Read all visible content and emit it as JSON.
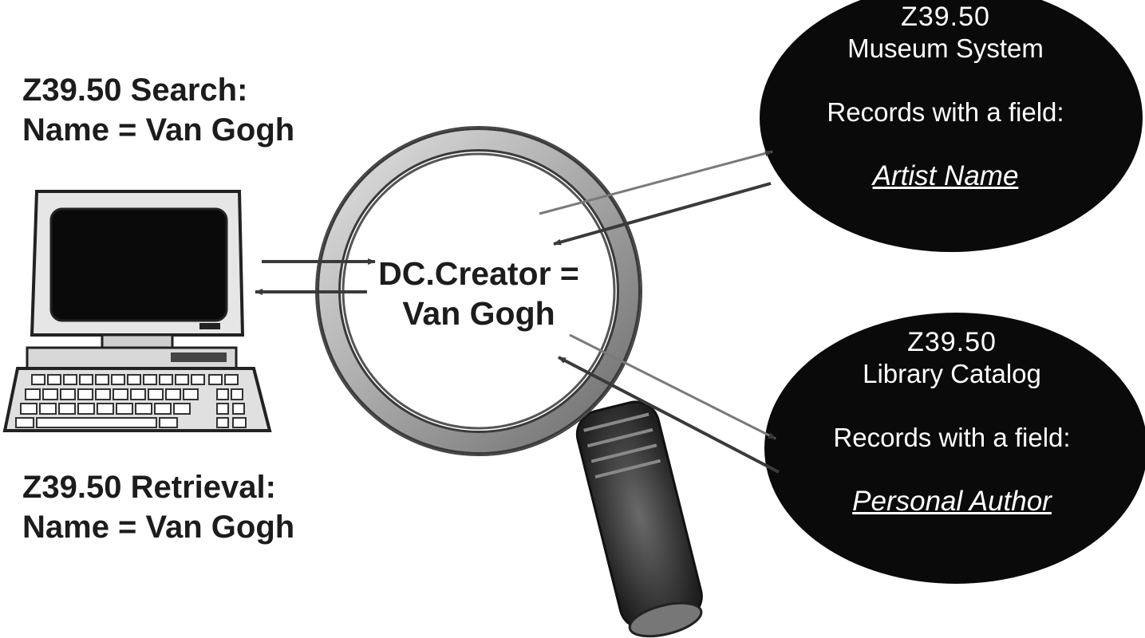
{
  "search": {
    "line1": "Z39.50 Search:",
    "line2": "Name = Van Gogh"
  },
  "retrieval": {
    "line1": "Z39.50 Retrieval:",
    "line2": "Name = Van Gogh"
  },
  "center": {
    "line1": "DC.Creator =",
    "line2": "Van Gogh"
  },
  "museum": {
    "title1": "Z39.50",
    "title2": "Museum System",
    "records": "Records with a field:",
    "field": "Artist Name"
  },
  "library": {
    "title1": "Z39.50",
    "title2": "Library Catalog",
    "records": "Records with a field:",
    "field": "Personal Author"
  },
  "colors": {
    "ellipse": "#0a0a0a",
    "arrow": "#3a3a3a",
    "text": "#1c1c1c"
  },
  "icons": [
    "computer-icon",
    "magnifying-glass-icon"
  ]
}
